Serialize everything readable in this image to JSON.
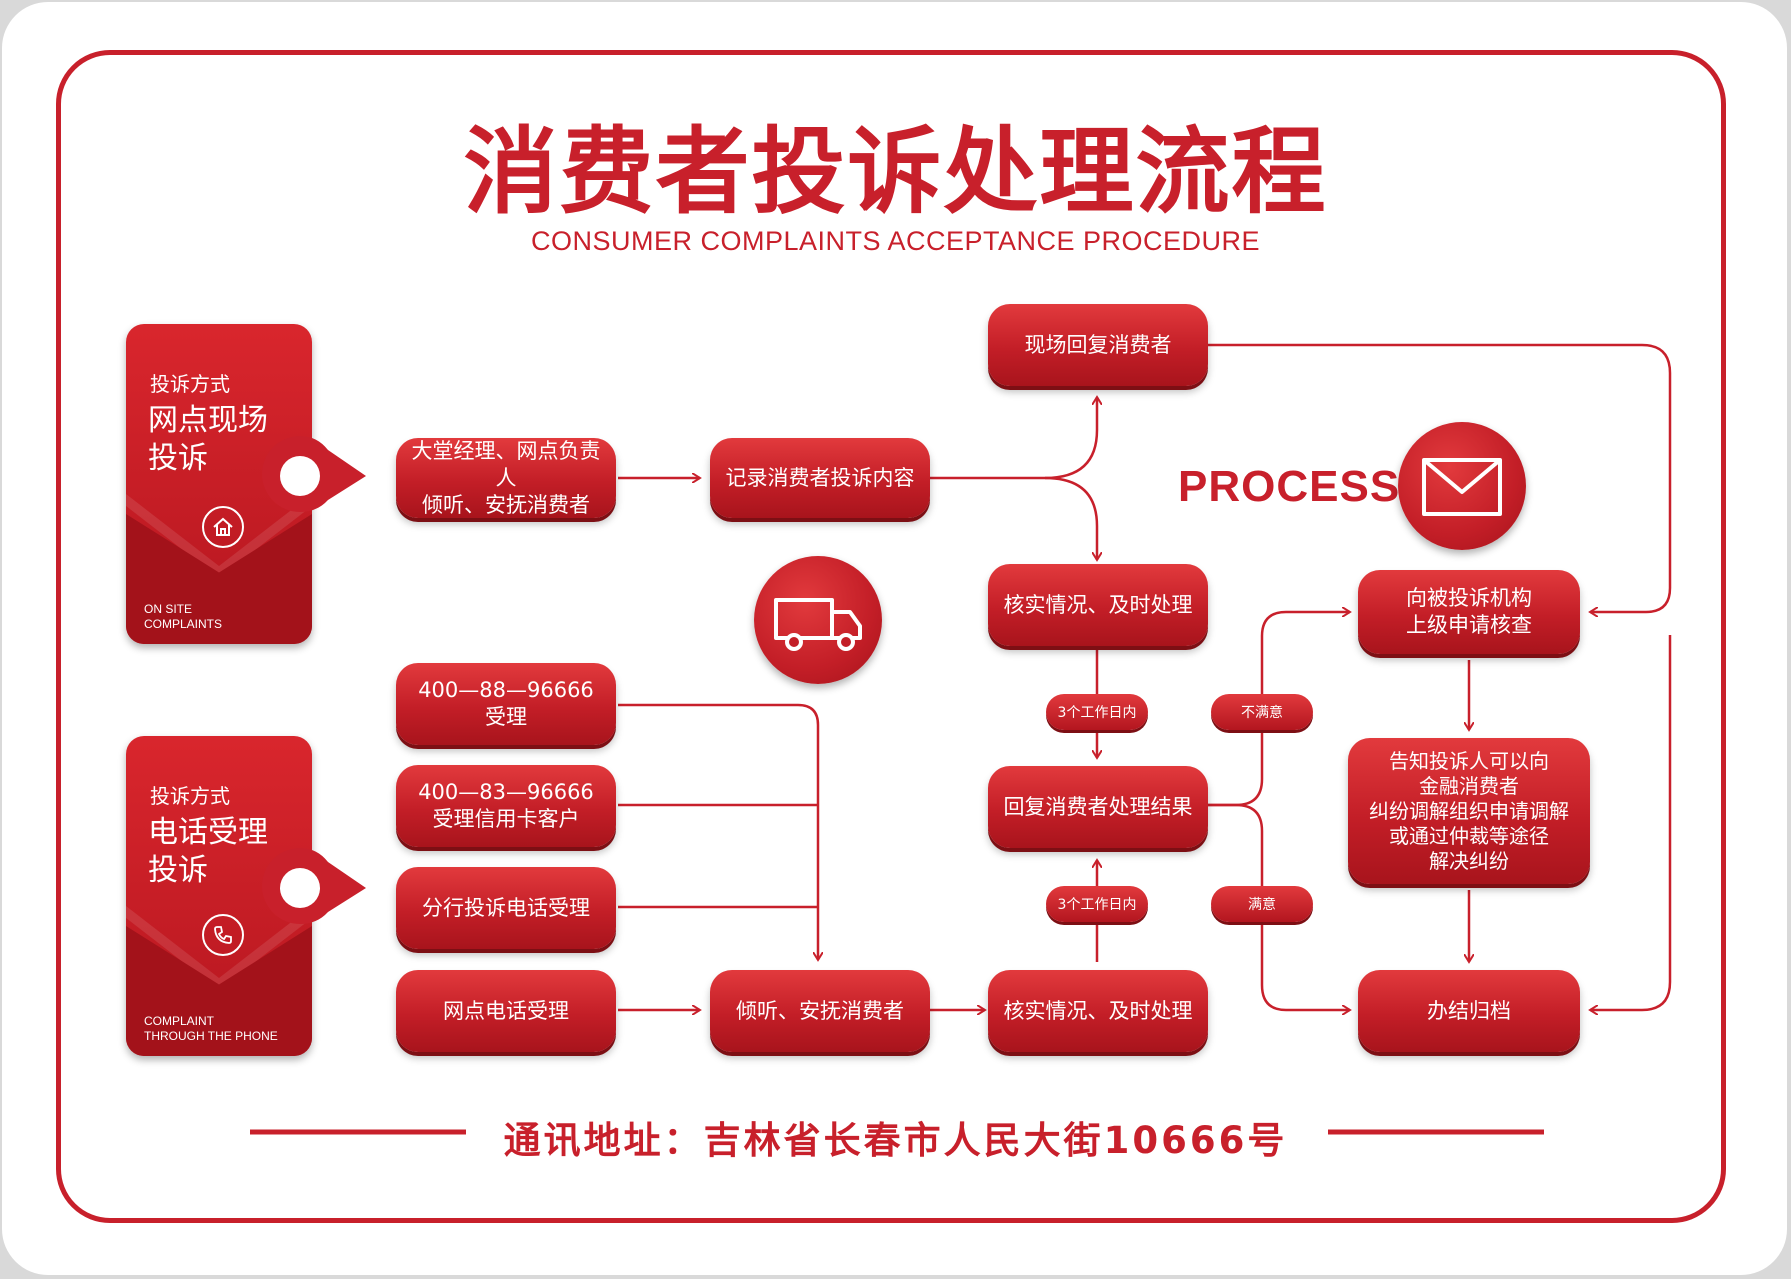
{
  "title": "消费者投诉处理流程",
  "subtitle": "CONSUMER COMPLAINTS ACCEPTANCE PROCEDURE",
  "process_label": "PROCESS",
  "cards": {
    "onsite": {
      "label": "投诉方式",
      "title": "网点现场\n投诉",
      "english": "ON SITE\nCOMPLAINTS",
      "icon": "home-icon"
    },
    "phone": {
      "label": "投诉方式",
      "title": "电话受理\n投诉",
      "english": "COMPLAINT\nTHROUGH THE PHONE",
      "icon": "phone-icon"
    }
  },
  "boxes": {
    "lobby_manager": "大堂经理、网点负责人\n倾听、安抚消费者",
    "record": "记录消费者投诉内容",
    "onsite_reply": "现场回复消费者",
    "verify_top": "核实情况、及时处理",
    "reply_result": "回复消费者处理结果",
    "verify_bottom": "核实情况、及时处理",
    "hotline_88": "400—88—96666\n受理",
    "hotline_83": "400—83—96666\n受理信用卡客户",
    "branch_hotline": "分行投诉电话受理",
    "outlet_phone": "网点电话受理",
    "listen": "倾听、安抚消费者",
    "apply_review": "向被投诉机构\n上级申请核查",
    "inform": "告知投诉人可以向\n金融消费者\n纠纷调解组织申请调解\n或通过仲裁等途径\n解决纠纷",
    "archive": "办结归档"
  },
  "pills": {
    "workdays_top": "3个工作日内",
    "workdays_bottom": "3个工作日内",
    "unsatisfied": "不满意",
    "satisfied": "满意"
  },
  "icons": {
    "truck": "truck-icon",
    "mail": "envelope-icon"
  },
  "address": "通讯地址：吉林省长春市人民大街10666号",
  "colors": {
    "brand_red": "#c8202b",
    "dark_red": "#a8141c",
    "background": "#ffffff"
  }
}
